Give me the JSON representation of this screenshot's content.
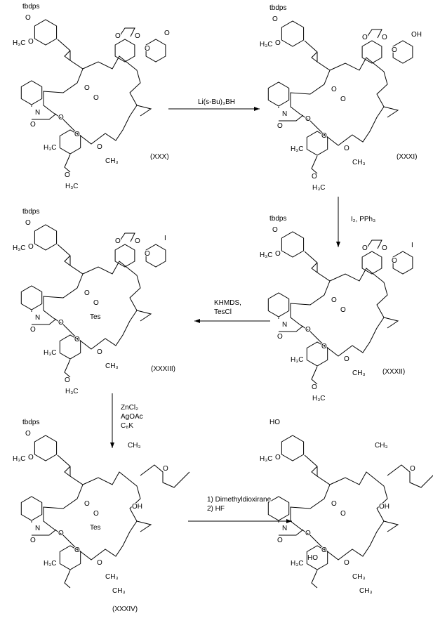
{
  "scheme": {
    "arrows": [
      {
        "id": "step-1",
        "reagents": [
          "Li(s-Bu)₃BH"
        ]
      },
      {
        "id": "step-2",
        "reagents": [
          "I₂, PPh₃"
        ]
      },
      {
        "id": "step-3",
        "reagents": [
          "KHMDS,",
          "TesCl"
        ]
      },
      {
        "id": "step-4",
        "reagents": [
          "ZnCl₂",
          "AgOAc",
          "C₈K"
        ]
      },
      {
        "id": "step-5",
        "reagents": [
          "1) Dimethyldioxirane",
          "2) HF"
        ]
      }
    ],
    "compounds": [
      {
        "id": "(XXX)",
        "labels": {
          "top": "tbdps",
          "o1": "O",
          "me1": "H₃C",
          "o2": "O",
          "ester": "O",
          "co": "O",
          "n": "N",
          "o3": "O",
          "o4": "O",
          "pyo": "O",
          "me2": "H₃C",
          "o5": "O",
          "me3": "CH₃",
          "o6": "O",
          "me4": "H₃C",
          "ac1": "O",
          "ac2": "O",
          "spiro": "O",
          "rsub": "O"
        }
      },
      {
        "id": "(XXXI)",
        "labels": {
          "top": "tbdps",
          "o1": "O",
          "me1": "H₃C",
          "o2": "O",
          "ester": "O",
          "co": "O",
          "n": "N",
          "o3": "O",
          "o4": "O",
          "pyo": "O",
          "me2": "H₃C",
          "o5": "O",
          "me3": "CH₃",
          "o6": "O",
          "me4": "H₃C",
          "ac1": "O",
          "ac2": "O",
          "spiro": "O",
          "rsub": "OH"
        }
      },
      {
        "id": "(XXXIII)",
        "labels": {
          "top": "tbdps",
          "o1": "O",
          "me1": "H₃C",
          "o2": "O",
          "ester": "O",
          "co": "O",
          "n": "N",
          "o3": "O",
          "o4": "O",
          "pyo": "O",
          "me2": "H₃C",
          "o5": "O",
          "me3": "CH₃",
          "o6": "O",
          "me4": "H₃C",
          "ac1": "O",
          "ac2": "O",
          "spiro": "O",
          "rsub": "I",
          "tes": "Tes"
        }
      },
      {
        "id": "(XXXII)",
        "labels": {
          "top": "tbdps",
          "o1": "O",
          "me1": "H₃C",
          "o2": "O",
          "ester": "O",
          "co": "O",
          "n": "N",
          "o3": "O",
          "o4": "O",
          "pyo": "O",
          "me2": "H₃C",
          "o5": "O",
          "me3": "CH₃",
          "o6": "O",
          "me4": "H₃C",
          "ac1": "O",
          "ac2": "O",
          "spiro": "O",
          "rsub": "I"
        }
      },
      {
        "id": "(XXXIV)",
        "labels": {
          "top": "tbdps",
          "o1": "O",
          "me1": "H₃C",
          "o2": "O",
          "ester": "O",
          "co": "O",
          "n": "N",
          "o3": "O",
          "o4": "O",
          "pyo": "O",
          "me2": "H₃C",
          "o5": "O",
          "me3": "CH₃",
          "me5": "CH₃",
          "oh": "OH",
          "ketone": "O",
          "tes": "Tes",
          "me6": "CH₃"
        }
      },
      {
        "id": "",
        "labels": {
          "top": "HO",
          "me1": "H₃C",
          "o2": "O",
          "ester": "O",
          "co": "O",
          "n": "N",
          "o3": "O",
          "o4": "O",
          "pyo": "O",
          "ho": "HO",
          "me2": "H₃C",
          "o5": "O",
          "me3": "CH₃",
          "me5": "CH₃",
          "oh": "OH",
          "ketone": "O",
          "me6": "CH₃"
        }
      }
    ]
  }
}
